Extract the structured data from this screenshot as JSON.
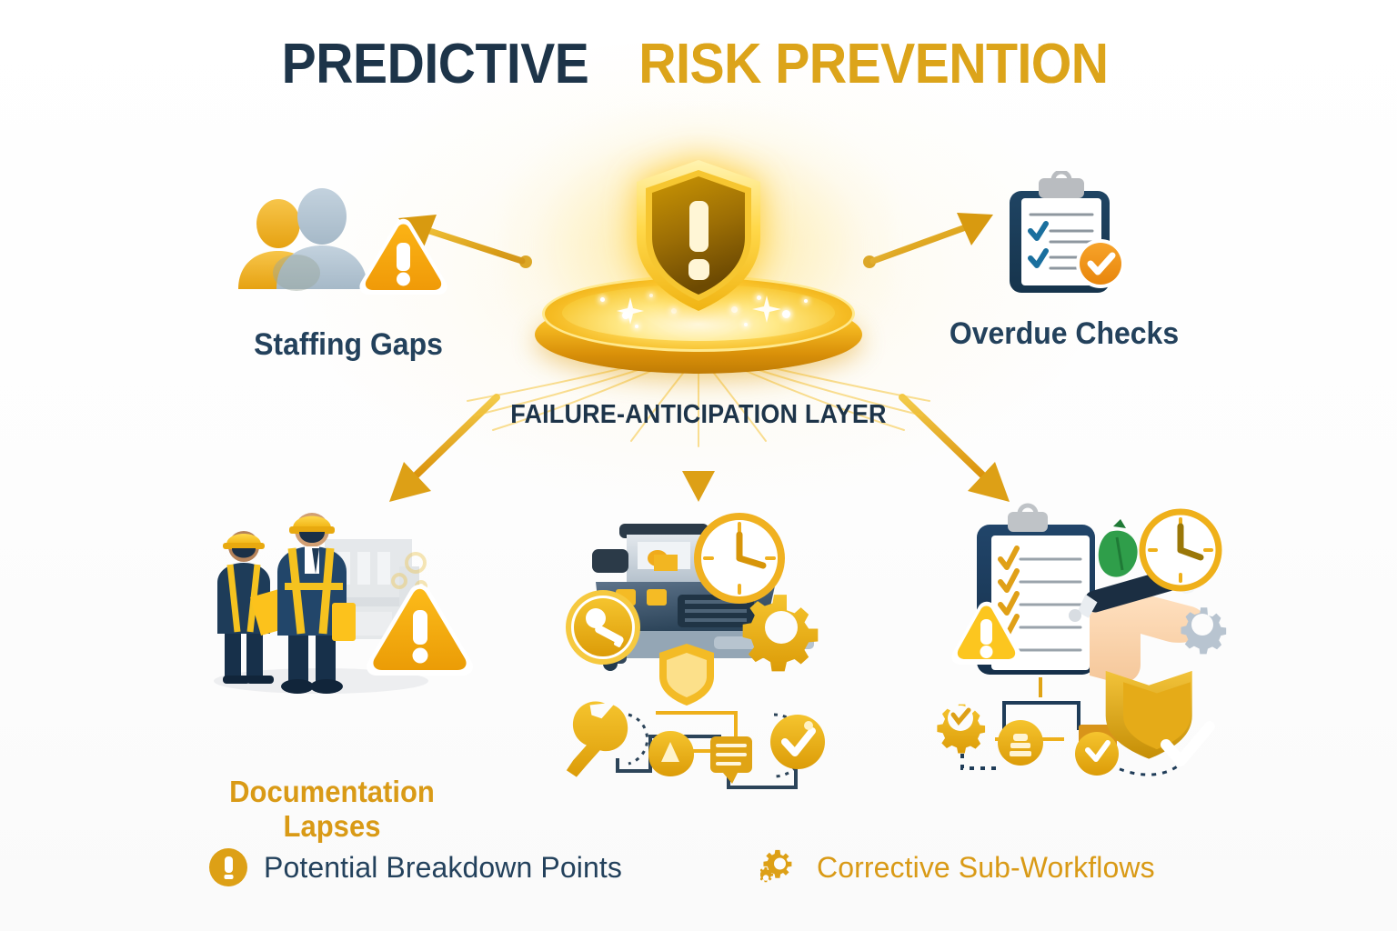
{
  "title": {
    "part1": "PREDICTIVE",
    "part2": "RISK PREVENTION"
  },
  "center": {
    "label": "FAILURE-ANTICIPATION LAYER",
    "icon": "warning-shield-icon",
    "platform": "glowing-podium"
  },
  "nodes": {
    "staffing_gaps": {
      "label": "Staffing Gaps",
      "icon": "users-warning-icon",
      "position": "top-left"
    },
    "overdue_checks": {
      "label": "Overdue Checks",
      "icon": "clipboard-check-icon",
      "position": "top-right"
    },
    "documentation_lapses": {
      "label_line1": "Documentation",
      "label_line2": "Lapses",
      "icon": "workers-warning-icon",
      "position": "bottom-left"
    },
    "machinery": {
      "label": "",
      "icon": "machinery-maintenance-workflow-icon",
      "position": "bottom-center"
    },
    "inspection": {
      "label": "",
      "icon": "checklist-hand-workflow-icon",
      "position": "bottom-right"
    }
  },
  "legend": [
    {
      "label": "Potential Breakdown Points",
      "icon": "exclamation-circle-icon",
      "color": "#1d3449"
    },
    {
      "label": "Corrective Sub-Workflows",
      "icon": "gears-icon",
      "color": "#d99a16"
    }
  ],
  "colors": {
    "gold": "#e0a81c",
    "gold_deep": "#d08f0c",
    "amber": "#f5a623",
    "navy": "#1d3449",
    "navy_light": "#23415c",
    "steel": "#aebfcd",
    "background": "#fcfcfc"
  },
  "arrows": [
    {
      "from": "center",
      "to": "staffing_gaps",
      "direction": "up-left"
    },
    {
      "from": "center",
      "to": "overdue_checks",
      "direction": "up-right"
    },
    {
      "from": "center",
      "to": "documentation_lapses",
      "direction": "down-left"
    },
    {
      "from": "center",
      "to": "machinery",
      "direction": "down"
    },
    {
      "from": "center",
      "to": "inspection",
      "direction": "down-right"
    }
  ]
}
